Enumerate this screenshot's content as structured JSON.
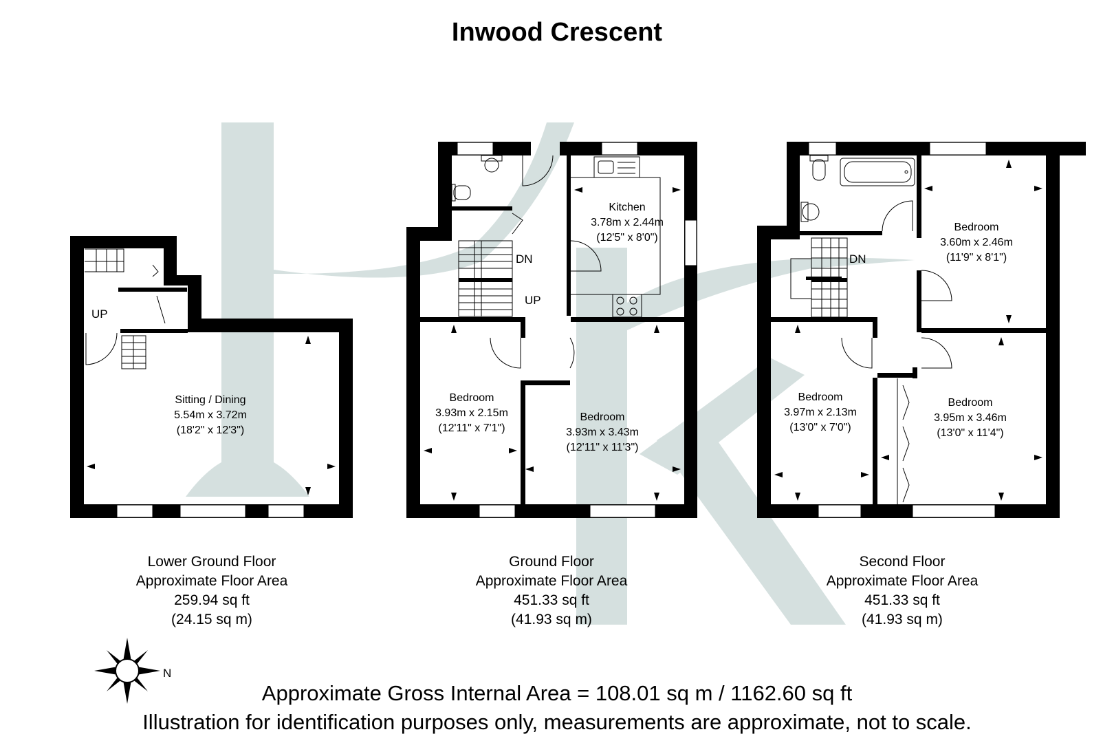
{
  "title": "Inwood Crescent",
  "rooms": {
    "sitting": {
      "name": "Sitting / Dining",
      "metric": "5.54m x 3.72m",
      "imperial": "(18'2\" x 12'3\")"
    },
    "kitchen": {
      "name": "Kitchen",
      "metric": "3.78m x 2.44m",
      "imperial": "(12'5\" x 8'0\")"
    },
    "gf_bed1": {
      "name": "Bedroom",
      "metric": "3.93m x 2.15m",
      "imperial": "(12'11\" x 7'1\")"
    },
    "gf_bed2": {
      "name": "Bedroom",
      "metric": "3.93m x 3.43m",
      "imperial": "(12'11\" x 11'3\")"
    },
    "sf_bed1": {
      "name": "Bedroom",
      "metric": "3.60m x 2.46m",
      "imperial": "(11'9\" x 8'1\")"
    },
    "sf_bed2": {
      "name": "Bedroom",
      "metric": "3.97m x 2.13m",
      "imperial": "(13'0\" x 7'0\")"
    },
    "sf_bed3": {
      "name": "Bedroom",
      "metric": "3.95m x 3.46m",
      "imperial": "(13'0\" x 11'4\")"
    }
  },
  "stairs": {
    "up": "UP",
    "down": "DN"
  },
  "floors": [
    {
      "name": "Lower Ground Floor",
      "label": "Approximate Floor Area",
      "sqft": "259.94 sq ft",
      "sqm": "(24.15 sq m)"
    },
    {
      "name": "Ground Floor",
      "label": "Approximate Floor Area",
      "sqft": "451.33 sq ft",
      "sqm": "(41.93 sq m)"
    },
    {
      "name": "Second Floor",
      "label": "Approximate Floor Area",
      "sqft": "451.33 sq ft",
      "sqm": "(41.93 sq m)"
    }
  ],
  "compass": {
    "north": "N"
  },
  "footer": {
    "gross_area": "Approximate Gross Internal Area = 108.01 sq m / 1162.60 sq ft",
    "disclaimer": "Illustration for identification purposes only, measurements are approximate, not to scale."
  },
  "colors": {
    "wall": "#000000",
    "watermark": "#d5e0df",
    "background": "#ffffff"
  }
}
